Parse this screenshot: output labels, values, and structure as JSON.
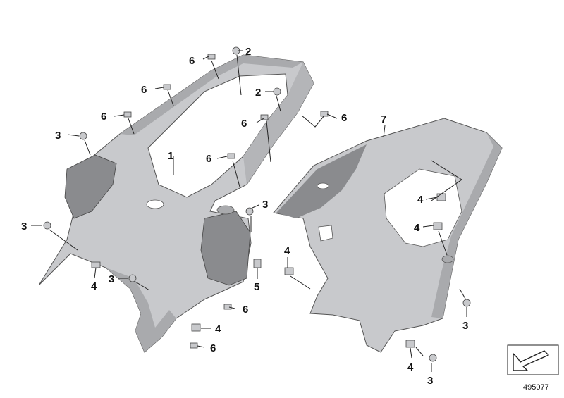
{
  "diagram": {
    "reference_number": "495077",
    "callouts": [
      {
        "label": "2"
      },
      {
        "label": "6"
      },
      {
        "label": "2"
      },
      {
        "label": "6"
      },
      {
        "label": "6"
      },
      {
        "label": "3"
      },
      {
        "label": "1"
      },
      {
        "label": "6"
      },
      {
        "label": "6"
      },
      {
        "label": "7"
      },
      {
        "label": "6"
      },
      {
        "label": "3"
      },
      {
        "label": "3"
      },
      {
        "label": "4"
      },
      {
        "label": "4"
      },
      {
        "label": "4"
      },
      {
        "label": "5"
      },
      {
        "label": "3"
      },
      {
        "label": "4"
      },
      {
        "label": "6"
      },
      {
        "label": "4"
      },
      {
        "label": "6"
      },
      {
        "label": "3"
      },
      {
        "label": "4"
      },
      {
        "label": "3"
      }
    ]
  },
  "colors": {
    "part_fill": "#c8c9cc",
    "part_shade": "#a9aaad",
    "part_dark": "#8a8b8e",
    "line": "#222222",
    "background": "#ffffff"
  }
}
